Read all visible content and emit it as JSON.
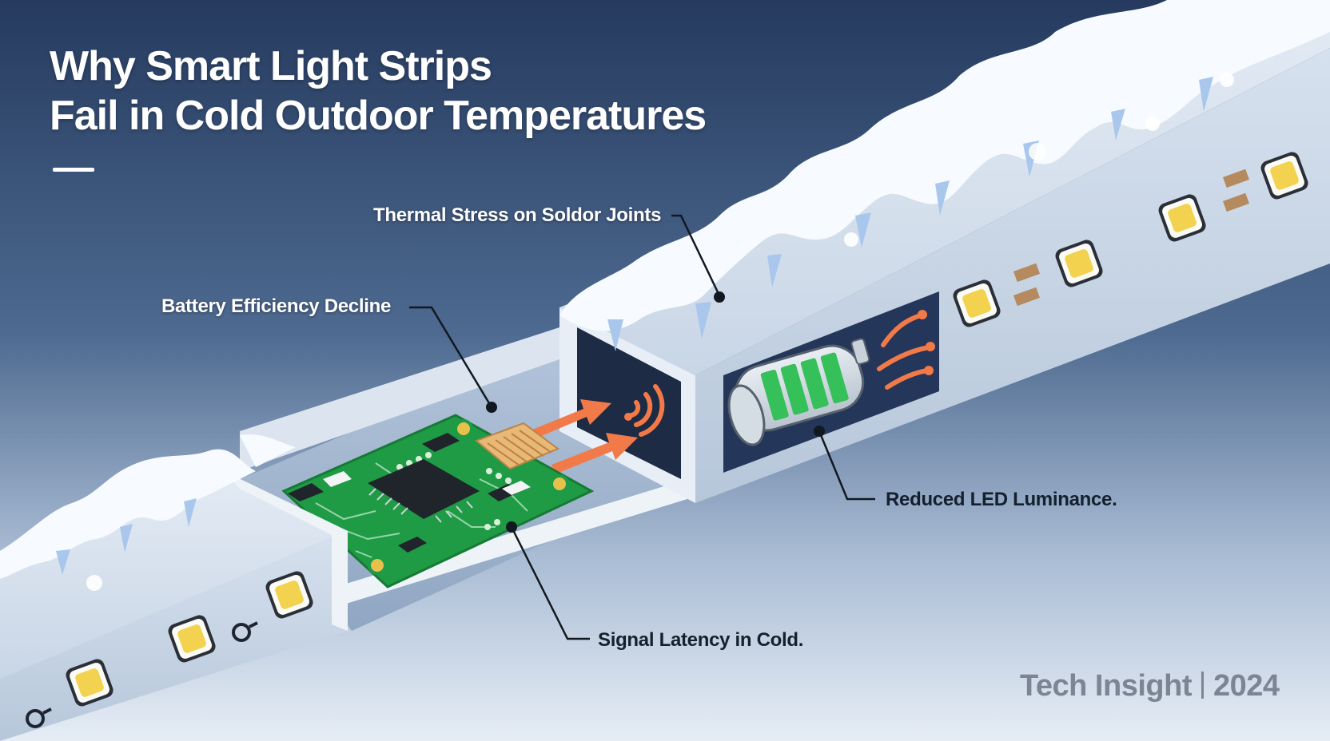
{
  "title": {
    "line1": "Why Smart Light Strips",
    "line2": "Fail in Cold Outdoor Temperatures"
  },
  "labels": {
    "thermal": "Thermal Stress on Soldor Joints",
    "battery": "Battery Efficiency Decline",
    "luminance": "Reduced LED Luminance.",
    "latency": "Signal Latency in Cold."
  },
  "footer": {
    "brand": "Tech Insight",
    "year": "2024"
  },
  "colors": {
    "sky_top": "#253a5e",
    "sky_bottom": "#dfe7f1",
    "snow": "#f7fbff",
    "ice": "#a9c7ec",
    "pcb": "#1f9a45",
    "chip": "#20252c",
    "signal_arrow": "#f27a48",
    "battery_fill": "#35c05a",
    "led": "#f2d24e"
  },
  "icons": [
    "wifi-signal-icon",
    "battery-icon",
    "antenna-icon",
    "microchip-icon"
  ]
}
